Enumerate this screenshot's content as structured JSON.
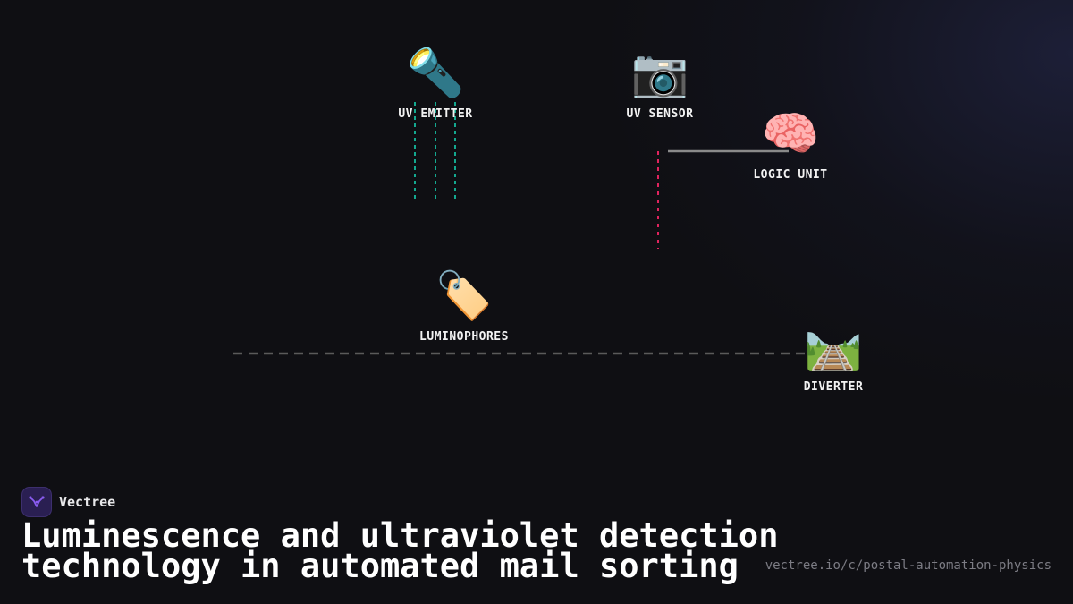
{
  "diagram": {
    "nodes": [
      {
        "id": "uv-emitter",
        "icon": "flashlight-icon",
        "glyph": "🔦",
        "label": "UV EMITTER"
      },
      {
        "id": "uv-sensor",
        "icon": "camera-icon",
        "glyph": "📷",
        "label": "UV SENSOR"
      },
      {
        "id": "logic-unit",
        "icon": "brain-icon",
        "glyph": "🧠",
        "label": "LOGIC UNIT"
      },
      {
        "id": "luminophores",
        "icon": "tag-icon",
        "glyph": "🏷️",
        "label": "LUMINOPHORES"
      },
      {
        "id": "diverter",
        "icon": "railway-track-icon",
        "glyph": "🛤️",
        "label": "DIVERTER"
      }
    ],
    "connectors": {
      "uv_beams_color": "#14a88f",
      "emission_color": "#e0245e",
      "signal_color": "#8a8a8a",
      "conveyor_color": "#5a5a5a"
    }
  },
  "brand": {
    "name": "Vectree",
    "logo_color": "#8a5cf0"
  },
  "title": {
    "line1": "Luminescence and ultraviolet detection",
    "line2": "technology in automated mail sorting"
  },
  "url": "vectree.io/c/postal-automation-physics"
}
